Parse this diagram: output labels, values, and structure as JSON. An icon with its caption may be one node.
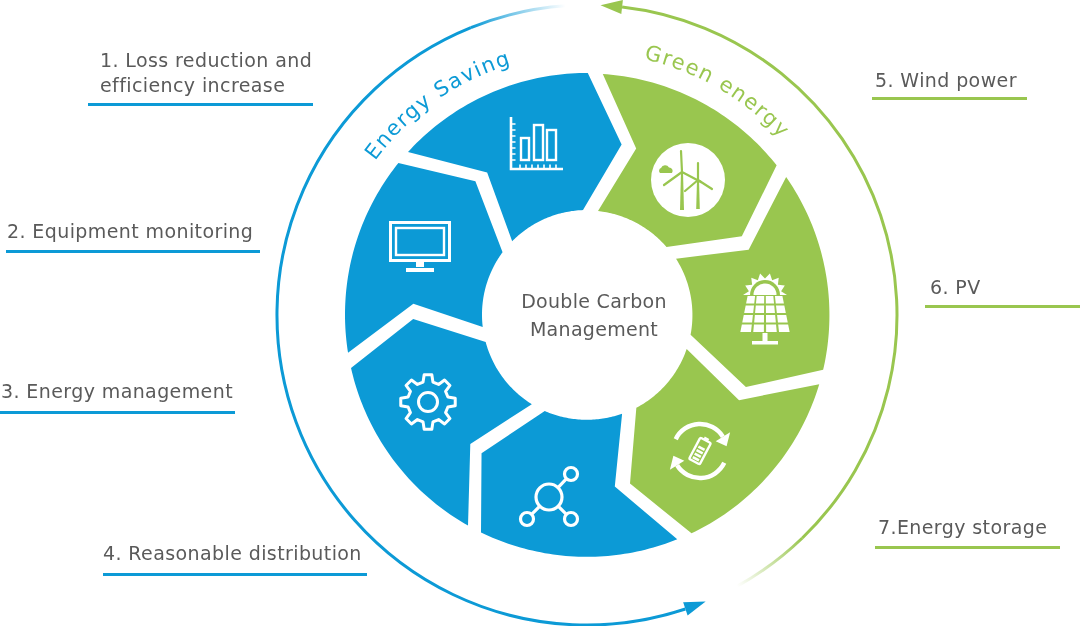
{
  "diagram": {
    "nodes": [
      {
        "text": [
          "Double Carbon Management"
        ]
      },
      {
        "text": [],
        "shape": "chevron"
      },
      {
        "text": [],
        "shape": "chevron"
      },
      {
        "text": [],
        "shape": "chevron"
      },
      {
        "text": [],
        "shape": "chevron"
      },
      {
        "text": [],
        "shape": "chevron"
      },
      {
        "text": [],
        "shape": "chevron"
      },
      {
        "text": [],
        "shape": "chevron"
      }
    ],
    "labels": [
      "1. Loss reduction and efficiency increase",
      "Energy Saving",
      "Green energy",
      "5. Wind power",
      "2. Equipment monitoring",
      "6. PV",
      "3. Energy management",
      "7.Energy storage",
      "4. Reasonable distribution"
    ]
  }
}
